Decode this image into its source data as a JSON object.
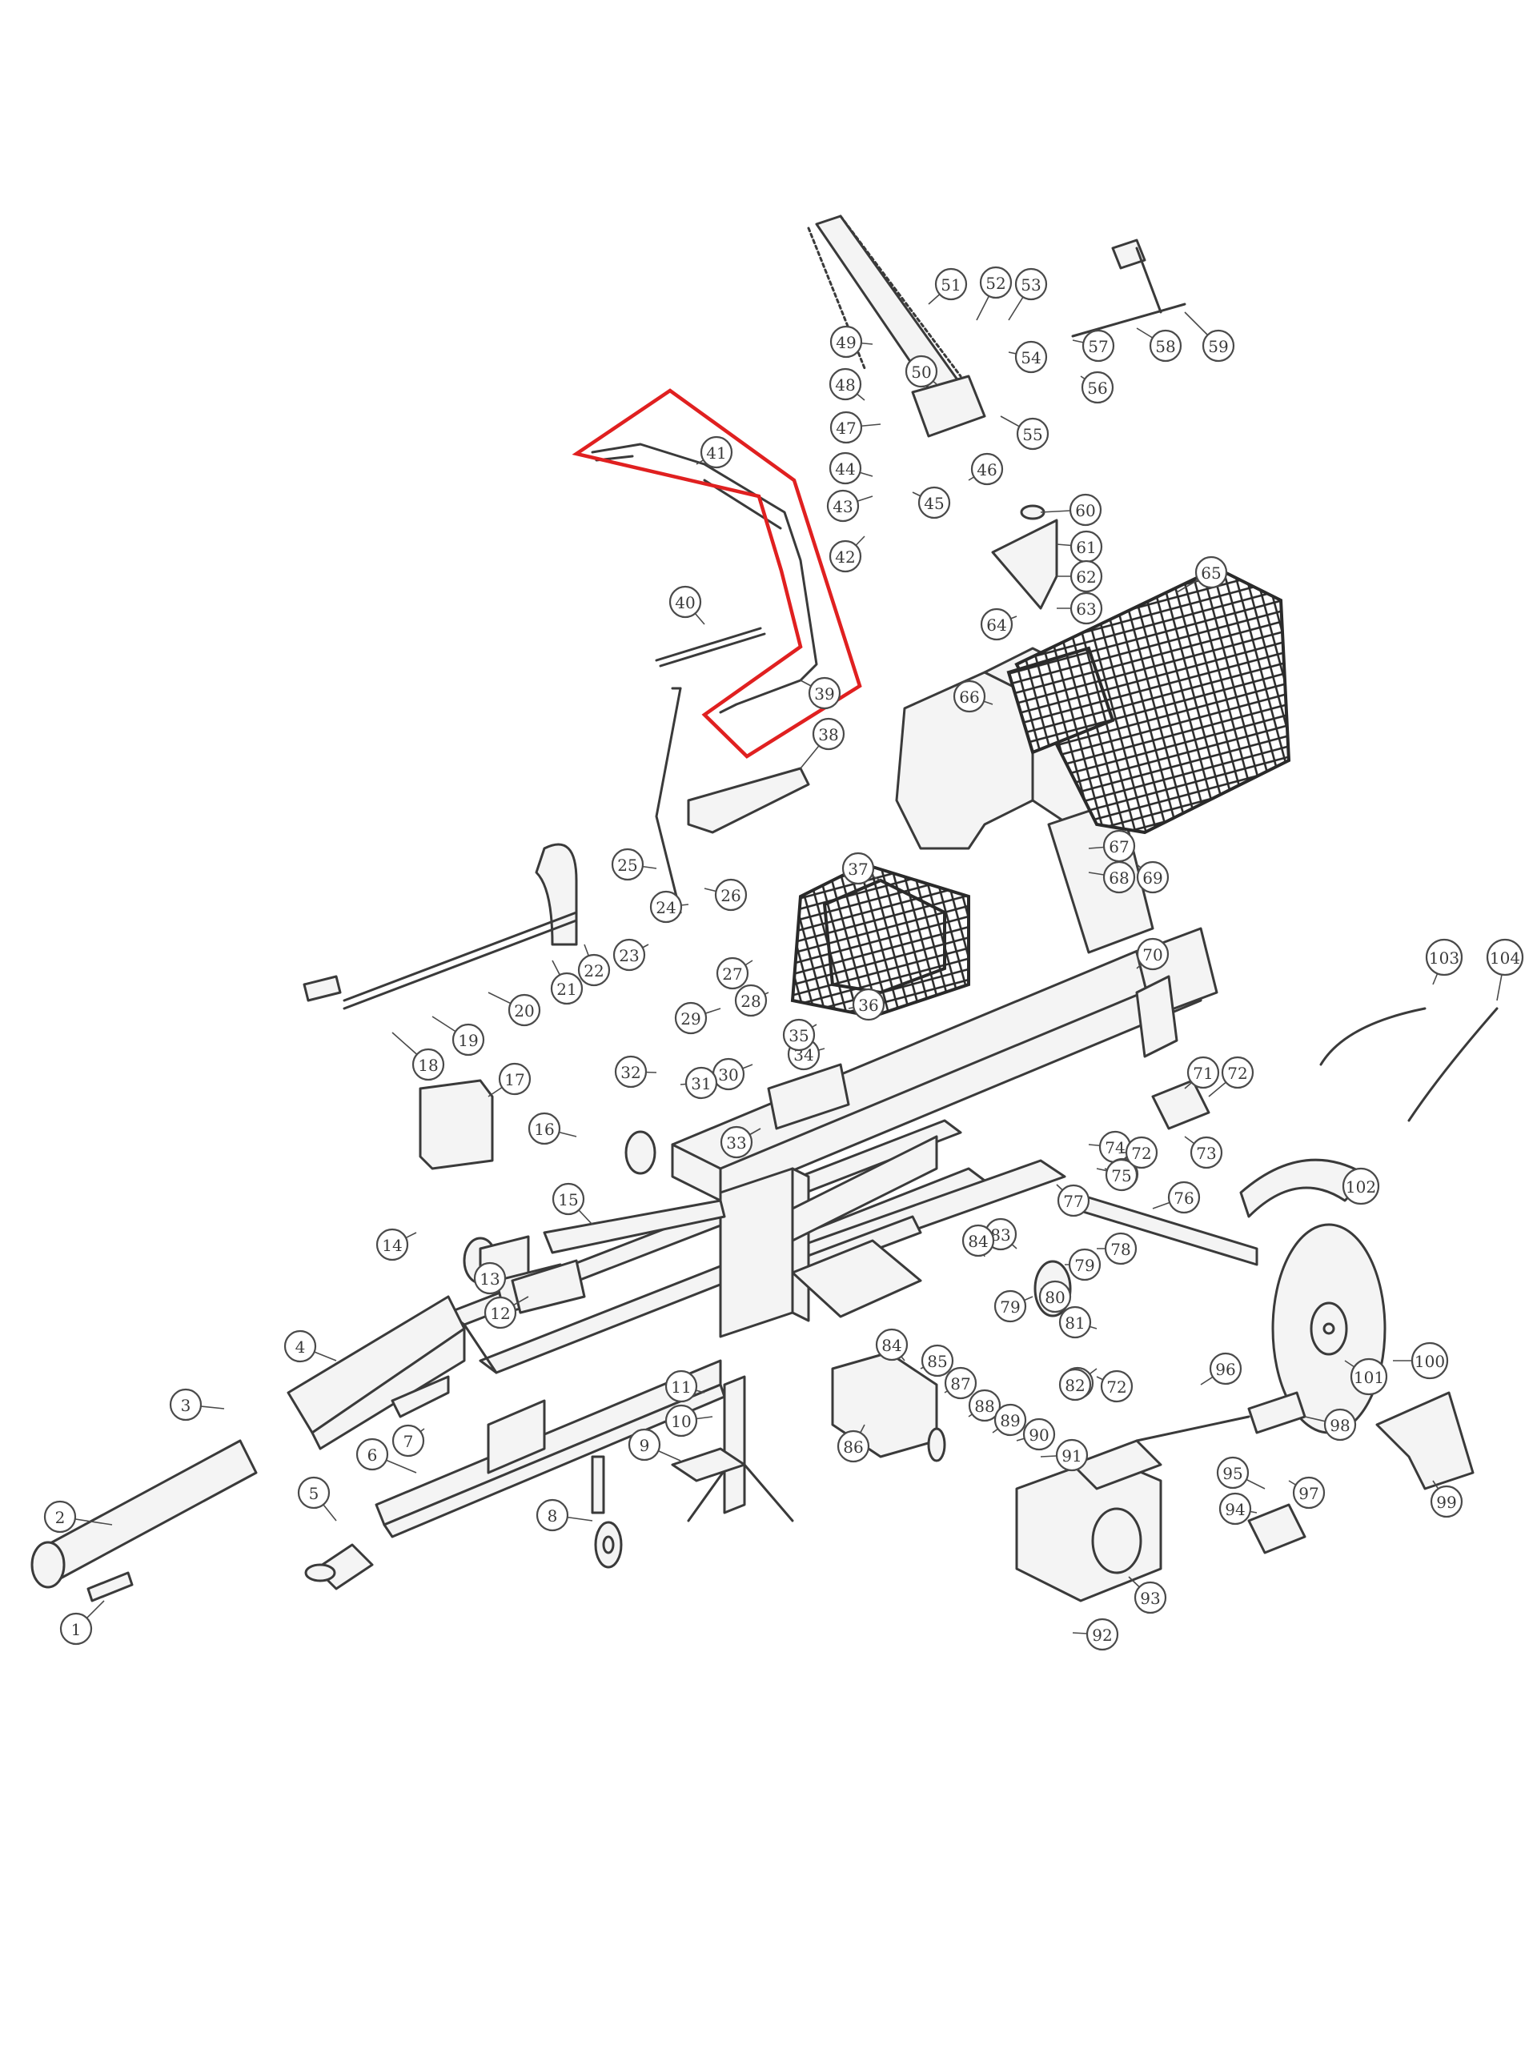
{
  "highlight_color": "#e02020",
  "callouts": [
    {
      "id": "c1",
      "label": "1"
    },
    {
      "id": "c2",
      "label": "2"
    },
    {
      "id": "c3",
      "label": "3"
    },
    {
      "id": "c4",
      "label": "4"
    },
    {
      "id": "c5",
      "label": "5"
    },
    {
      "id": "c6",
      "label": "6"
    },
    {
      "id": "c7",
      "label": "7"
    },
    {
      "id": "c8",
      "label": "8"
    },
    {
      "id": "c9",
      "label": "9"
    },
    {
      "id": "c10",
      "label": "10"
    },
    {
      "id": "c11",
      "label": "11"
    },
    {
      "id": "c12",
      "label": "12"
    },
    {
      "id": "c13",
      "label": "13"
    },
    {
      "id": "c14",
      "label": "14"
    },
    {
      "id": "c15",
      "label": "15"
    },
    {
      "id": "c16",
      "label": "16"
    },
    {
      "id": "c17",
      "label": "17"
    },
    {
      "id": "c18",
      "label": "18"
    },
    {
      "id": "c19",
      "label": "19"
    },
    {
      "id": "c20",
      "label": "20"
    },
    {
      "id": "c21",
      "label": "21"
    },
    {
      "id": "c22",
      "label": "22"
    },
    {
      "id": "c23",
      "label": "23"
    },
    {
      "id": "c24",
      "label": "24"
    },
    {
      "id": "c25",
      "label": "25"
    },
    {
      "id": "c26",
      "label": "26"
    },
    {
      "id": "c27",
      "label": "27"
    },
    {
      "id": "c28",
      "label": "28"
    },
    {
      "id": "c29",
      "label": "29"
    },
    {
      "id": "c30",
      "label": "30"
    },
    {
      "id": "c31",
      "label": "31"
    },
    {
      "id": "c32",
      "label": "32"
    },
    {
      "id": "c33",
      "label": "33"
    },
    {
      "id": "c34",
      "label": "34"
    },
    {
      "id": "c35",
      "label": "35"
    },
    {
      "id": "c36",
      "label": "36"
    },
    {
      "id": "c37",
      "label": "37"
    },
    {
      "id": "c38",
      "label": "38"
    },
    {
      "id": "c39",
      "label": "39"
    },
    {
      "id": "c40",
      "label": "40"
    },
    {
      "id": "c41",
      "label": "41"
    },
    {
      "id": "c42",
      "label": "42"
    },
    {
      "id": "c43",
      "label": "43"
    },
    {
      "id": "c44",
      "label": "44"
    },
    {
      "id": "c45",
      "label": "45"
    },
    {
      "id": "c46",
      "label": "46"
    },
    {
      "id": "c47",
      "label": "47"
    },
    {
      "id": "c48",
      "label": "48"
    },
    {
      "id": "c49",
      "label": "49"
    },
    {
      "id": "c50",
      "label": "50"
    },
    {
      "id": "c51",
      "label": "51"
    },
    {
      "id": "c52",
      "label": "52"
    },
    {
      "id": "c53",
      "label": "53"
    },
    {
      "id": "c54",
      "label": "54"
    },
    {
      "id": "c55",
      "label": "55"
    },
    {
      "id": "c56",
      "label": "56"
    },
    {
      "id": "c57",
      "label": "57"
    },
    {
      "id": "c58",
      "label": "58"
    },
    {
      "id": "c59",
      "label": "59"
    },
    {
      "id": "c60",
      "label": "60"
    },
    {
      "id": "c61",
      "label": "61"
    },
    {
      "id": "c62",
      "label": "62"
    },
    {
      "id": "c63",
      "label": "63"
    },
    {
      "id": "c64",
      "label": "64"
    },
    {
      "id": "c65",
      "label": "65"
    },
    {
      "id": "c66",
      "label": "66"
    },
    {
      "id": "c67",
      "label": "67"
    },
    {
      "id": "c68",
      "label": "68"
    },
    {
      "id": "c69",
      "label": "69"
    },
    {
      "id": "c70",
      "label": "70"
    },
    {
      "id": "c71",
      "label": "71"
    },
    {
      "id": "c72",
      "label": "72"
    },
    {
      "id": "c73",
      "label": "73"
    },
    {
      "id": "c74",
      "label": "74"
    },
    {
      "id": "c75",
      "label": "75"
    },
    {
      "id": "c76",
      "label": "76"
    },
    {
      "id": "c77",
      "label": "77"
    },
    {
      "id": "c78",
      "label": "78"
    },
    {
      "id": "c79",
      "label": "79"
    },
    {
      "id": "c80",
      "label": "80"
    },
    {
      "id": "c81",
      "label": "81"
    },
    {
      "id": "c82",
      "label": "82"
    },
    {
      "id": "c83",
      "label": "83"
    },
    {
      "id": "c84",
      "label": "84"
    },
    {
      "id": "c85",
      "label": "85"
    },
    {
      "id": "c86",
      "label": "86"
    },
    {
      "id": "c87",
      "label": "87"
    },
    {
      "id": "c88",
      "label": "88"
    },
    {
      "id": "c89",
      "label": "89"
    },
    {
      "id": "c90",
      "label": "90"
    },
    {
      "id": "c91",
      "label": "91"
    },
    {
      "id": "c92",
      "label": "92"
    },
    {
      "id": "c93",
      "label": "93"
    },
    {
      "id": "c94",
      "label": "94"
    },
    {
      "id": "c95",
      "label": "95"
    },
    {
      "id": "c96",
      "label": "96"
    },
    {
      "id": "c97",
      "label": "97"
    },
    {
      "id": "c98",
      "label": "98"
    },
    {
      "id": "c99",
      "label": "99"
    },
    {
      "id": "c100",
      "label": "100"
    },
    {
      "id": "c101",
      "label": "101"
    },
    {
      "id": "c102",
      "label": "102"
    },
    {
      "id": "c103",
      "label": "103"
    },
    {
      "id": "c104",
      "label": "104"
    },
    {
      "id": "c105",
      "label": "75"
    },
    {
      "id": "c106",
      "label": "72"
    },
    {
      "id": "c107",
      "label": "72"
    },
    {
      "id": "c108",
      "label": "79"
    },
    {
      "id": "c109",
      "label": "82"
    },
    {
      "id": "c110",
      "label": "84"
    }
  ]
}
